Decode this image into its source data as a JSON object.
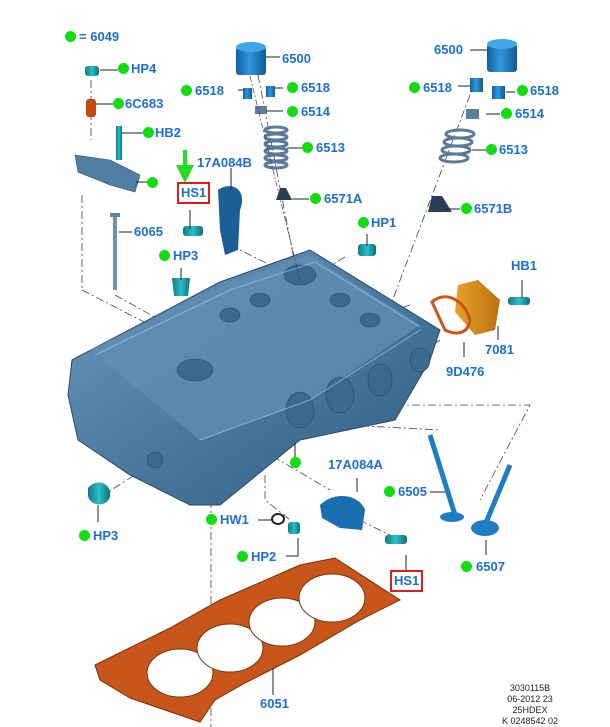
{
  "diagram": {
    "title": "Cylinder head exploded view",
    "legend": {
      "symbol": "green-dot",
      "equals": "=",
      "part": "6049"
    },
    "colors": {
      "label": "#1a6fd8",
      "dot": "#11dd11",
      "highlight_box": "#e01b1b",
      "arrow": "#22dd22",
      "head_casting": "#4f7fa3",
      "gasket": "#c8561a",
      "cover_plate": "#d98f1a",
      "teal_parts": "#1fa0a8",
      "blue_parts": "#1f7dc4"
    },
    "labels": {
      "hp4": "HP4",
      "p6c683": "6C683",
      "hb2": "HB2",
      "p17a084b": "17A084B",
      "hs1_top": "HS1",
      "p6065": "6065",
      "hp3_top": "HP3",
      "p6500_left": "6500",
      "p6518_ll": "6518",
      "p6518_lr": "6518",
      "p6514_left": "6514",
      "p6513_left": "6513",
      "p6571a": "6571A",
      "hp1": "HP1",
      "p6500_right": "6500",
      "p6518_rl": "6518",
      "p6518_rr": "6518",
      "p6514_right": "6514",
      "p6513_right": "6513",
      "p6571b": "6571B",
      "hb1": "HB1",
      "p7081": "7081",
      "p9d476": "9D476",
      "p17a084a": "17A084A",
      "p6505": "6505",
      "hw1": "HW1",
      "hp2": "HP2",
      "hs1_bottom": "HS1",
      "p6507": "6507",
      "hp3_bottom": "HP3",
      "p6051": "6051"
    },
    "stamp": {
      "line1": "3030115B",
      "line2": "06-2012 23",
      "line3": "25HDEX",
      "line4": "K 0248542 02"
    }
  }
}
